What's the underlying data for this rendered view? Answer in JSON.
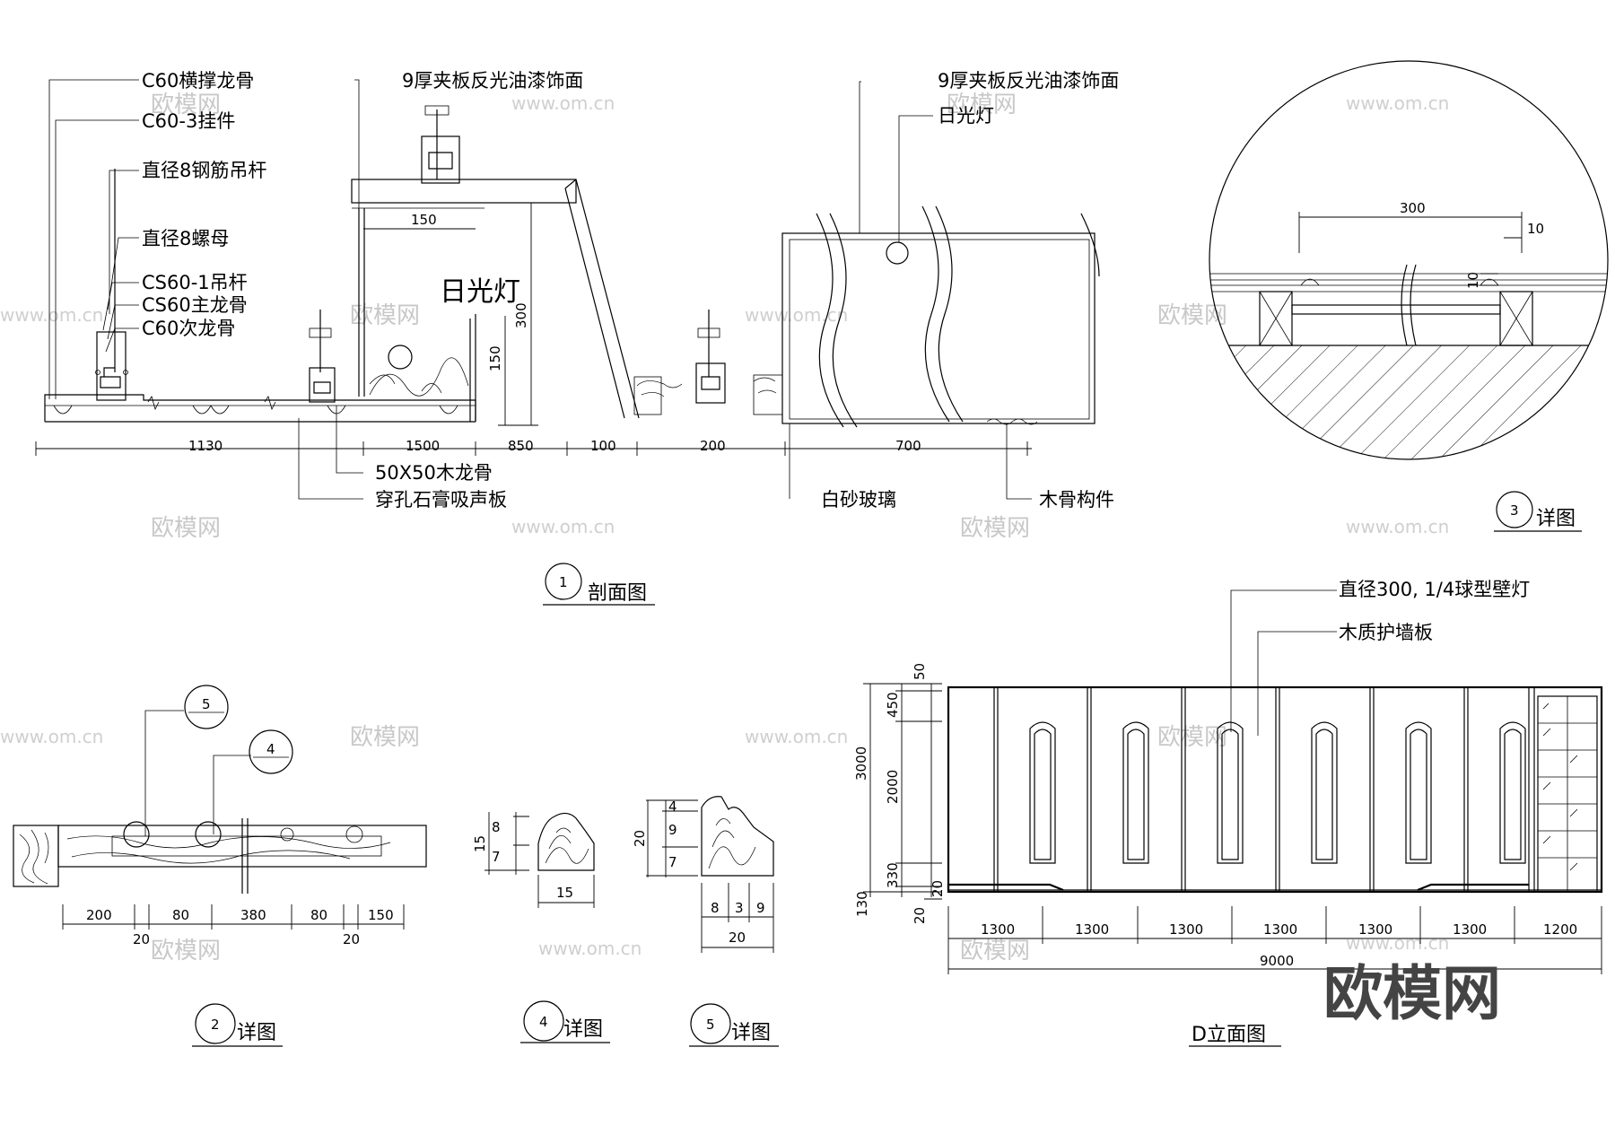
{
  "section_1": {
    "labels": {
      "c60_brace": "C60横撑龙骨",
      "c60_3_hanger": "C60-3挂件",
      "rod_8": "直径8钢筋吊杆",
      "nut_8": "直径8螺母",
      "cs60_1_rod": "CS60-1吊杆",
      "cs60_main": "CS60主龙骨",
      "c60_secondary": "C60次龙骨",
      "plywood_1": "9厚夹板反光油漆饰面",
      "plywood_2": "9厚夹板反光油漆饰面",
      "fluorescent_big": "日光灯",
      "fluorescent_small": "日光灯",
      "wood_keel": "50X50木龙骨",
      "gypsum_board": "穿孔石膏吸声板",
      "frosted_glass": "白砂玻璃",
      "wood_member": "木骨构件"
    },
    "dims": {
      "d1130": "1130",
      "d1500": "1500",
      "d850": "850",
      "d100": "100",
      "d200": "200",
      "d700": "700",
      "d150_top": "150",
      "d300": "300",
      "d150_v": "150"
    },
    "title_num": "1",
    "title": "剖面图"
  },
  "detail_3": {
    "dims": {
      "d300": "300",
      "d10a": "10",
      "d10b": "10"
    },
    "title_num": "3",
    "title": "详图"
  },
  "detail_2": {
    "dims": {
      "d200": "200",
      "d80a": "80",
      "d380": "380",
      "d80b": "80",
      "d150": "150",
      "d20a": "20",
      "d20b": "20"
    },
    "callout_5": "5",
    "callout_4": "4",
    "title_num": "2",
    "title": "详图"
  },
  "detail_4": {
    "dims": {
      "d15h": "15",
      "d8": "8",
      "d7": "7",
      "d15w": "15"
    },
    "title_num": "4",
    "title": "详图"
  },
  "detail_5": {
    "dims": {
      "d20h": "20",
      "d4": "4",
      "d9": "9",
      "d7": "7",
      "d8w": "8",
      "d3w": "3",
      "d9w": "9",
      "d20w": "20"
    },
    "title_num": "5",
    "title": "详图"
  },
  "elevation_d": {
    "labels": {
      "lamp": "直径300, 1/4球型壁灯",
      "panel": "木质护墙板"
    },
    "dims_left": {
      "d3000": "3000",
      "d50": "50",
      "d450": "450",
      "d2000": "2000",
      "d330": "330",
      "d20a": "20",
      "d130": "130",
      "d20b": "20"
    },
    "dims_bottom": [
      "1300",
      "1300",
      "1300",
      "1300",
      "1300",
      "1300",
      "1200"
    ],
    "total": "9000",
    "title": "D立面图"
  },
  "watermark": {
    "brand": "欧模网",
    "url": "www.om.cn"
  }
}
